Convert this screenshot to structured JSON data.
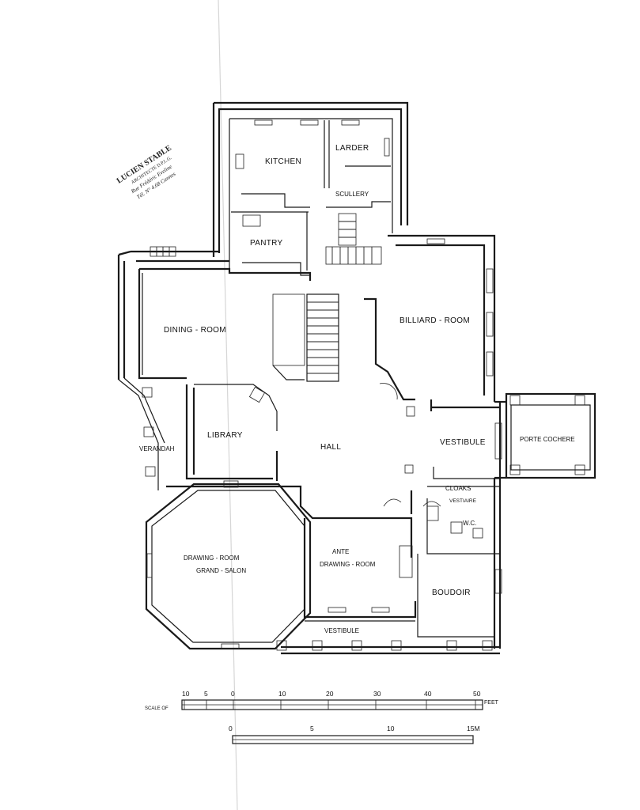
{
  "stamp": {
    "line1": "LUCIEN STABLE",
    "line2": "ARCHITECTE D.P.L.G.",
    "line3": "Rue Frédéric Eveline",
    "line4": "Tél. N° 4.68 Cannes"
  },
  "rooms": {
    "kitchen": "KITCHEN",
    "larder": "LARDER",
    "scullery": "SCULLERY",
    "pantry": "PANTRY",
    "dining_room": "DINING - ROOM",
    "billiard_room": "BILLIARD - ROOM",
    "library": "LIBRARY",
    "hall": "HALL",
    "vestibule_east": "VESTIBULE",
    "porte_cochere": "PORTE COCHERE",
    "verandah": "VERANDAH",
    "cloaks": "CLOAKS",
    "vestiaire": "VESTIAIRE",
    "wc": "W.C.",
    "drawing_room": "DRAWING - ROOM",
    "grand_salon": "GRAND - SALON",
    "ante_line1": "ANTE",
    "ante_line2": "DRAWING - ROOM",
    "boudoir": "BOUDOIR",
    "vestibule_south": "VESTIBULE"
  },
  "scale_feet": {
    "label": "SCALE OF",
    "unit": "FEET",
    "ticks": [
      "10",
      "5",
      "0",
      "10",
      "20",
      "30",
      "40",
      "50"
    ]
  },
  "scale_meters": {
    "ticks": [
      "0",
      "5",
      "10",
      "15M"
    ]
  }
}
